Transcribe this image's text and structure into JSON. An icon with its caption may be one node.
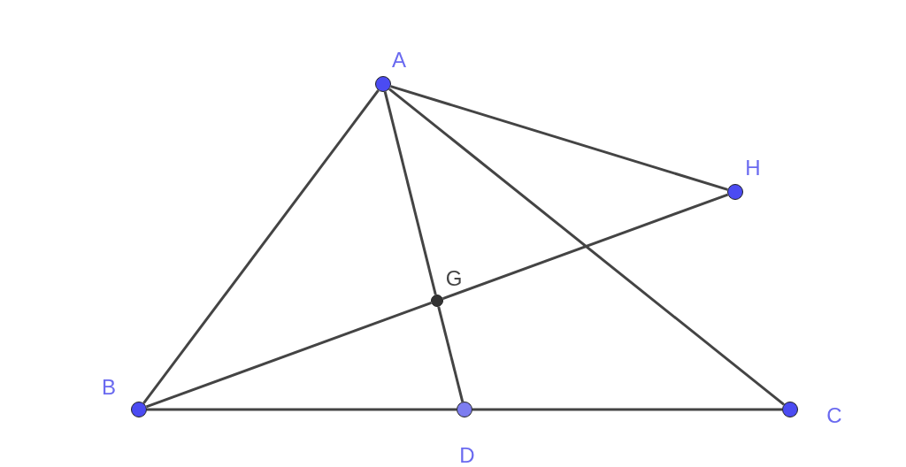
{
  "diagram": {
    "nodes": [
      {
        "text": [
          "A"
        ]
      },
      {
        "text": [
          "H"
        ]
      },
      {
        "text": [
          "G"
        ]
      },
      {
        "text": [
          "B"
        ]
      },
      {
        "text": [
          "D"
        ]
      },
      {
        "text": [
          "C"
        ]
      }
    ],
    "edges": [
      {
        "from": 0,
        "to": 3,
        "arrow": "none"
      },
      {
        "from": 0,
        "to": 2,
        "arrow": "none"
      },
      {
        "from": 2,
        "to": 4,
        "arrow": "none"
      },
      {
        "from": 0,
        "to": 1,
        "arrow": "none"
      },
      {
        "from": 0,
        "to": 5,
        "arrow": "none"
      },
      {
        "from": 3,
        "to": 4,
        "arrow": "none"
      },
      {
        "from": 4,
        "to": 5,
        "arrow": "none"
      },
      {
        "from": 3,
        "to": 2,
        "arrow": "none"
      },
      {
        "from": 2,
        "to": 1,
        "arrow": "none"
      }
    ]
  }
}
